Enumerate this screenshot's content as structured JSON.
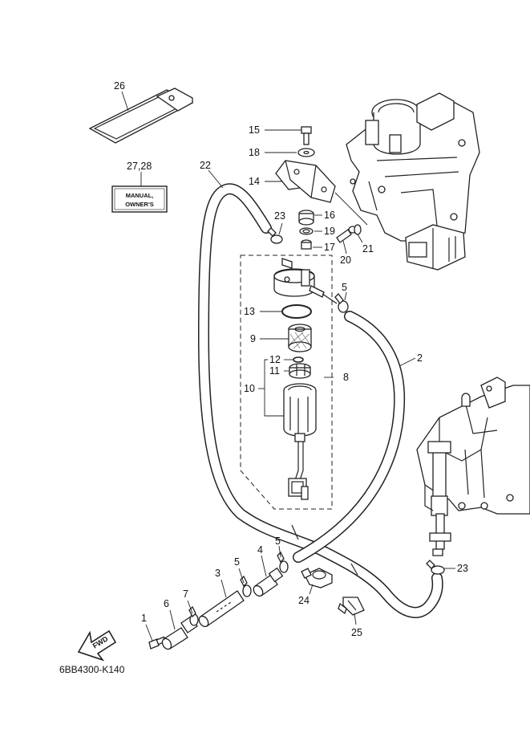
{
  "diagram_code": "6BB4300-K140",
  "owners_manual_tag": {
    "line1": "MANUAL,",
    "line2": "OWNER'S"
  },
  "fwd_label": "FWD",
  "callouts": {
    "c1": "1",
    "c2": "2",
    "c3": "3",
    "c4": "4",
    "c5a": "5",
    "c5b": "5",
    "c5c": "5",
    "c6": "6",
    "c7": "7",
    "c8": "8",
    "c9": "9",
    "c10": "10",
    "c11": "11",
    "c12": "12",
    "c13": "13",
    "c14": "14",
    "c15": "15",
    "c16": "16",
    "c17": "17",
    "c18": "18",
    "c19": "19",
    "c20": "20",
    "c21": "21",
    "c22": "22",
    "c23a": "23",
    "c23b": "23",
    "c24": "24",
    "c25": "25",
    "c26": "26",
    "c2728": "27,28"
  }
}
